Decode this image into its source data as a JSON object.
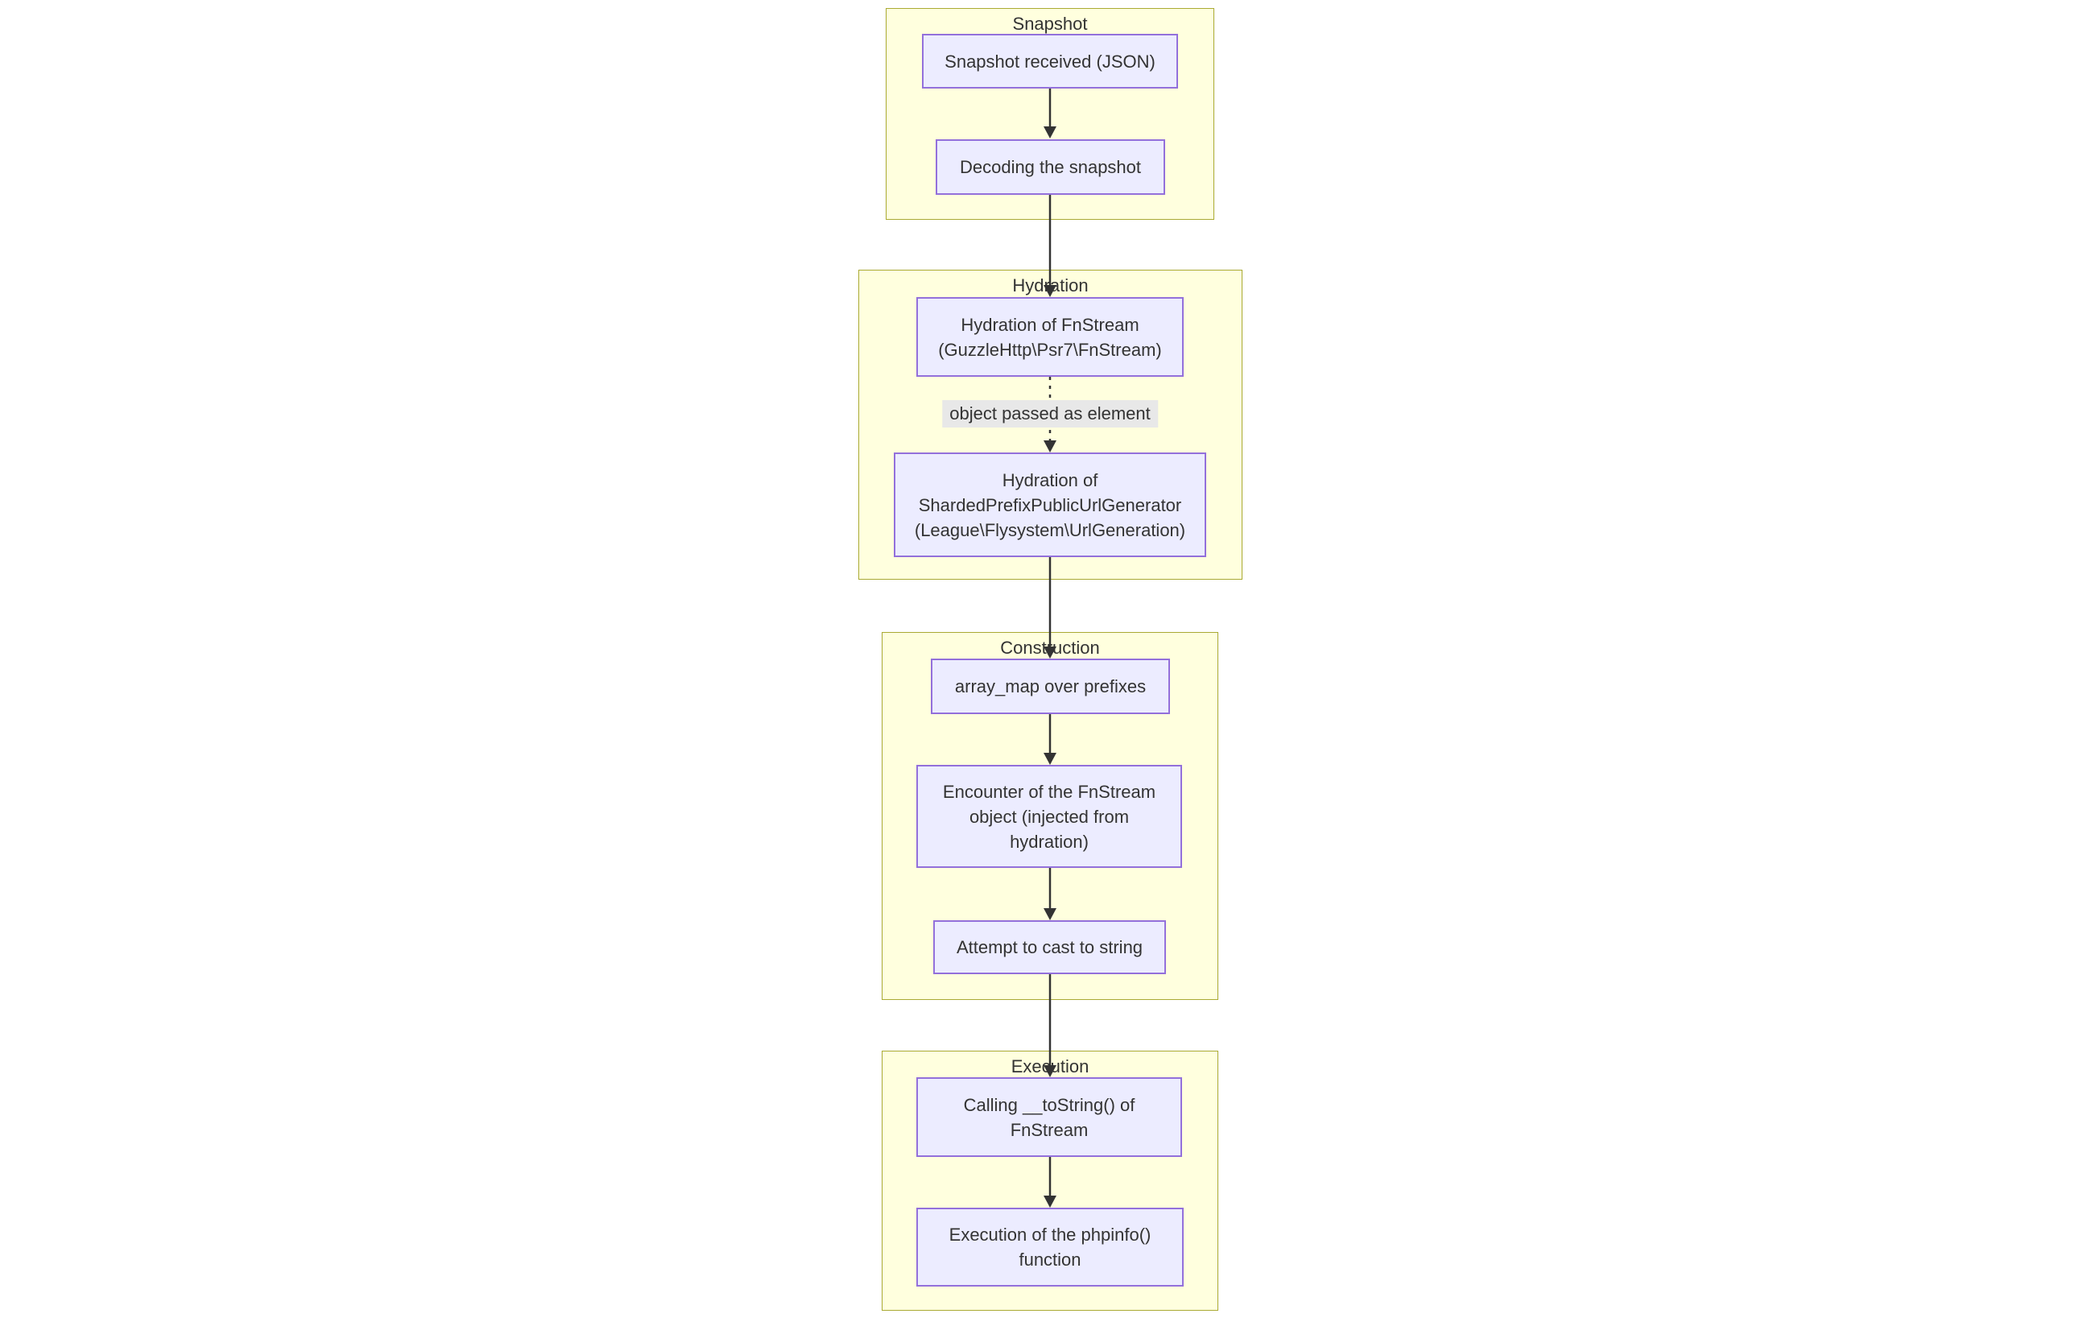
{
  "page": {
    "background": "#ffffff"
  },
  "theme": {
    "cluster_fill": "#ffffde",
    "cluster_border": "#aaaa33",
    "node_fill": "#ececff",
    "node_border": "#9370db",
    "edge_color": "#333333",
    "text_color": "#333333",
    "edge_label_bg": "#e8e8e8"
  },
  "flowchart": {
    "type": "flowchart-top-down",
    "clusters": [
      {
        "title": "Snapshot",
        "nodes": [
          {
            "label": "Snapshot received (JSON)"
          },
          {
            "label": "Decoding the snapshot"
          }
        ]
      },
      {
        "title": "Hydration",
        "nodes": [
          {
            "label": "Hydration of FnStream\n(GuzzleHttp\\Psr7\\FnStream)"
          },
          {
            "label": "Hydration of\nShardedPrefixPublicUrlGenerator\n(League\\Flysystem\\UrlGeneration)"
          }
        ]
      },
      {
        "title": "Construction",
        "nodes": [
          {
            "label": "array_map over prefixes"
          },
          {
            "label": "Encounter of the FnStream\nobject (injected from\nhydration)"
          },
          {
            "label": "Attempt to cast to string"
          }
        ]
      },
      {
        "title": "Execution",
        "nodes": [
          {
            "label": "Calling __toString() of\nFnStream"
          },
          {
            "label": "Execution of the phpinfo()\nfunction"
          }
        ]
      }
    ],
    "edges": [
      {
        "from": "Snapshot received (JSON)",
        "to": "Decoding the snapshot",
        "style": "solid",
        "label": ""
      },
      {
        "from": "Decoding the snapshot",
        "to": "Hydration of FnStream (GuzzleHttp\\Psr7\\FnStream)",
        "style": "solid",
        "label": ""
      },
      {
        "from": "Hydration of FnStream (GuzzleHttp\\Psr7\\FnStream)",
        "to": "Hydration of ShardedPrefixPublicUrlGenerator (League\\Flysystem\\UrlGeneration)",
        "style": "dotted",
        "label": "object passed as element"
      },
      {
        "from": "Hydration of ShardedPrefixPublicUrlGenerator (League\\Flysystem\\UrlGeneration)",
        "to": "array_map over prefixes",
        "style": "solid",
        "label": ""
      },
      {
        "from": "array_map over prefixes",
        "to": "Encounter of the FnStream object (injected from hydration)",
        "style": "solid",
        "label": ""
      },
      {
        "from": "Encounter of the FnStream object (injected from hydration)",
        "to": "Attempt to cast to string",
        "style": "solid",
        "label": ""
      },
      {
        "from": "Attempt to cast to string",
        "to": "Calling __toString() of FnStream",
        "style": "solid",
        "label": ""
      },
      {
        "from": "Calling __toString() of FnStream",
        "to": "Execution of the phpinfo() function",
        "style": "solid",
        "label": ""
      }
    ]
  }
}
